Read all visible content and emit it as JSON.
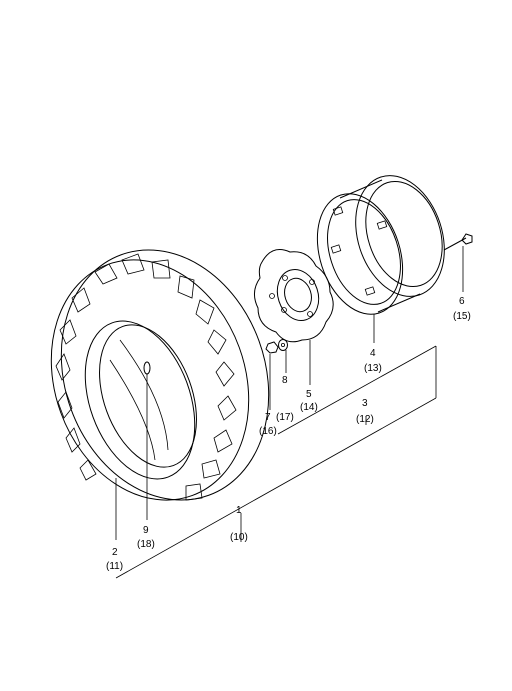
{
  "callouts": [
    {
      "id": "1",
      "num": "1",
      "alt": "(10)"
    },
    {
      "id": "2",
      "num": "2",
      "alt": "(11)"
    },
    {
      "id": "3",
      "num": "3",
      "alt": "(12)"
    },
    {
      "id": "4",
      "num": "4",
      "alt": "(13)"
    },
    {
      "id": "5",
      "num": "5",
      "alt": "(14)"
    },
    {
      "id": "6",
      "num": "6",
      "alt": "(15)"
    },
    {
      "id": "7",
      "num": "7",
      "alt": "(16)"
    },
    {
      "id": "8",
      "num": "8",
      "alt": "(17)"
    },
    {
      "id": "9",
      "num": "9",
      "alt": "(18)"
    }
  ],
  "colors": {
    "line": "#000000",
    "background": "#ffffff"
  }
}
